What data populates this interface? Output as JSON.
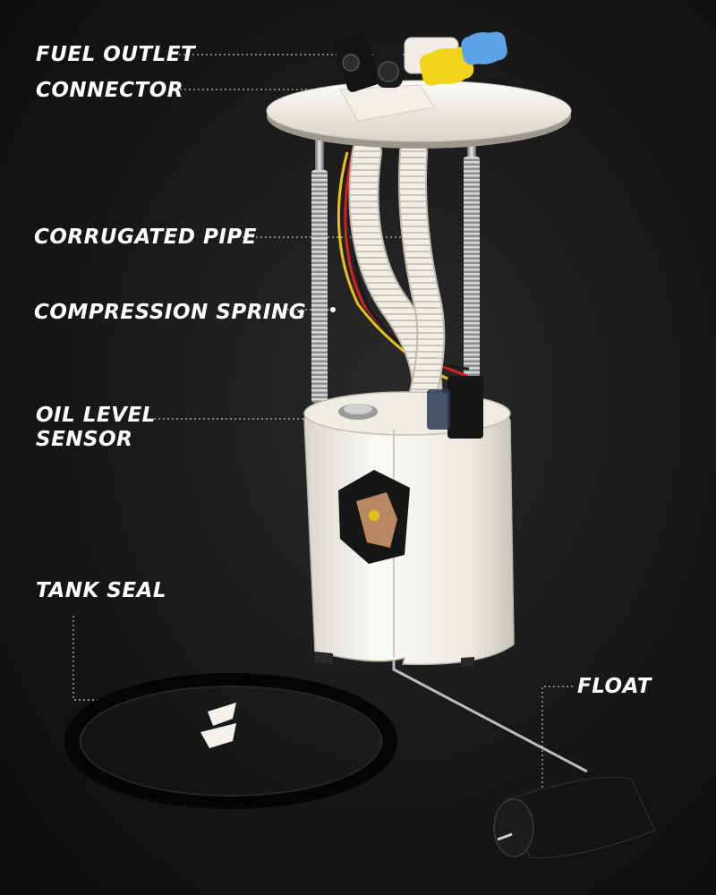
{
  "labels": {
    "fuel_outlet": "FUEL OUTLET",
    "connector": "CONNECTOR",
    "corrugated_pipe": "CORRUGATED PIPE",
    "compression_spring": "COMPRESSION SPRING",
    "oil_level_sensor_line1": "OIL LEVEL",
    "oil_level_sensor_line2": "SENSOR",
    "tank_seal": "TANK SEAL",
    "float": "FLOAT"
  },
  "colors": {
    "background": "#161616",
    "label_text": "#ffffff",
    "pump_body": "#f4f2ec",
    "wire_yellow": "#e8c21a",
    "wire_red": "#d4231c",
    "fitting_blue": "#5aa3e6",
    "fitting_yellow": "#f4d31c"
  }
}
